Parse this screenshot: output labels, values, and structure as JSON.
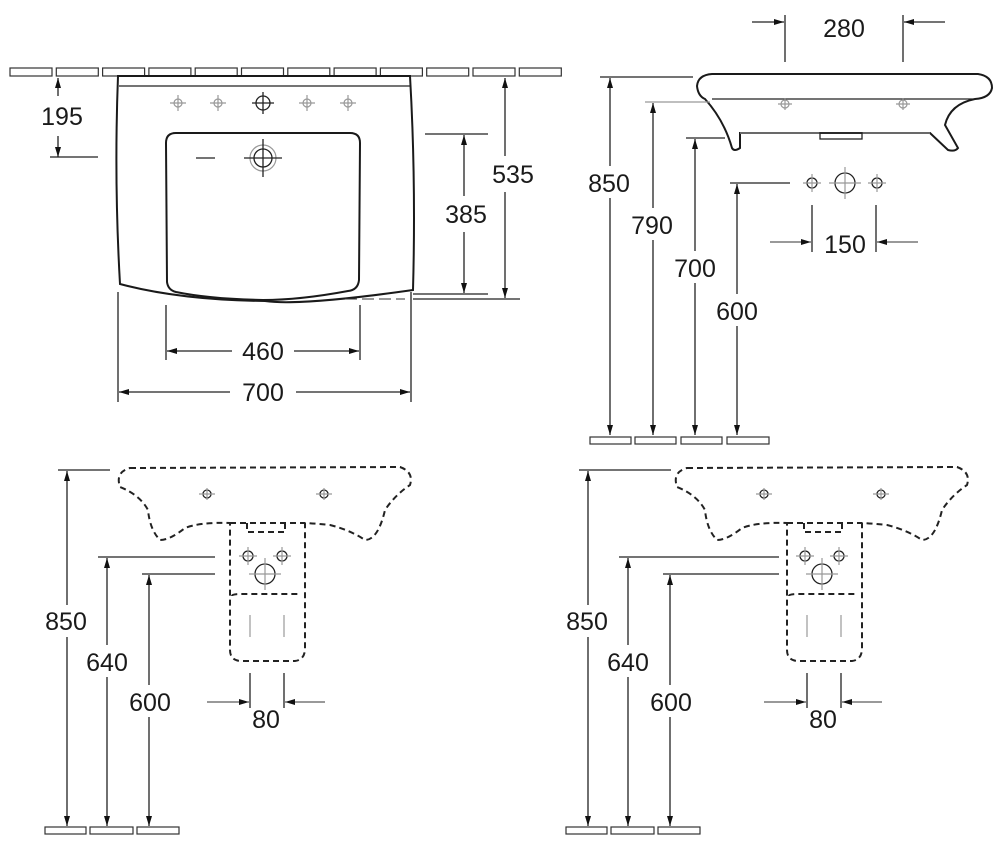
{
  "drawing": {
    "top_view": {
      "wall_to_drain": "195",
      "bowl_depth": "385",
      "total_depth": "535",
      "bowl_width": "460",
      "total_width": "700"
    },
    "side_view": {
      "tap_spacing": "280",
      "height_top": "850",
      "height_790": "790",
      "height_700": "700",
      "height_600": "600",
      "hole_spacing": "150"
    },
    "front_view_left": {
      "height_top": "850",
      "height_640": "640",
      "height_600": "600",
      "pedestal_width": "80"
    },
    "front_view_right": {
      "height_top": "850",
      "height_640": "640",
      "height_600": "600",
      "pedestal_width": "80"
    }
  }
}
